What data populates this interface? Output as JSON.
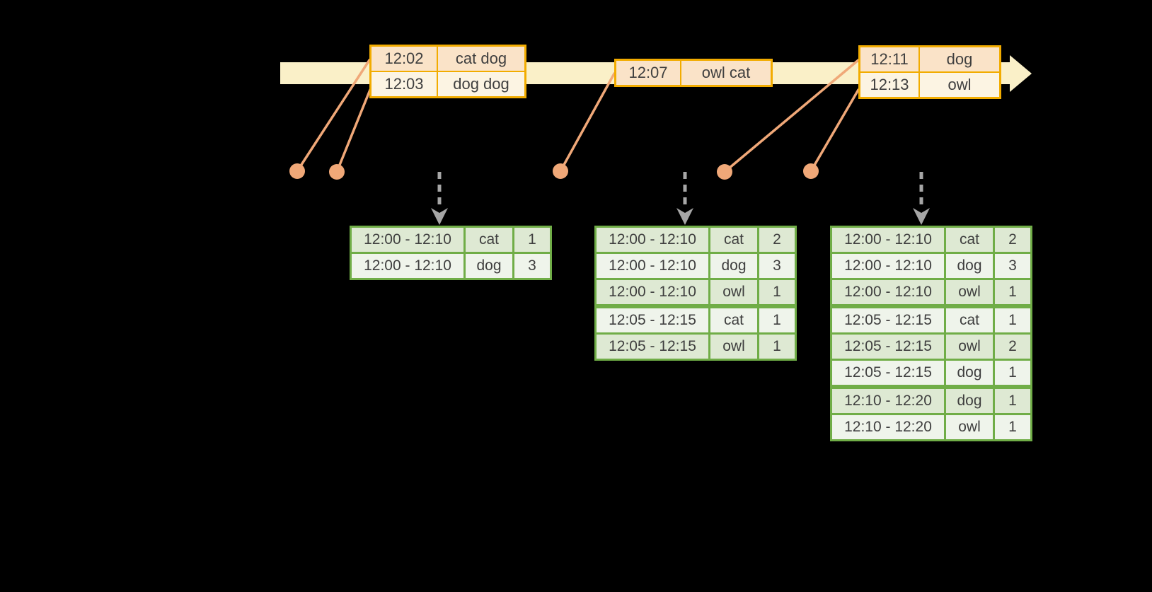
{
  "colors": {
    "background": "#000000",
    "timeline_band": "#FAF0C8",
    "event_table_border": "#F2AC00",
    "event_row_dark": "#FAE3C8",
    "event_row_light": "#FCF4E3",
    "result_table_border": "#70AD47",
    "result_row_dark": "#DEE9D3",
    "result_row_light": "#EFF4EB",
    "leader_accent": "#F0A878",
    "trigger_arrow": "#A6A6A6",
    "text": "#3F3F3F"
  },
  "event_tables": [
    {
      "rows": [
        {
          "time": "12:02",
          "words": "cat dog"
        },
        {
          "time": "12:03",
          "words": "dog dog"
        }
      ]
    },
    {
      "rows": [
        {
          "time": "12:07",
          "words": "owl cat"
        }
      ]
    },
    {
      "rows": [
        {
          "time": "12:11",
          "words": "dog"
        },
        {
          "time": "12:13",
          "words": "owl"
        }
      ]
    }
  ],
  "result_tables": [
    {
      "rows": [
        {
          "window": "12:00 - 12:10",
          "word": "cat",
          "count": "1"
        },
        {
          "window": "12:00 - 12:10",
          "word": "dog",
          "count": "3"
        }
      ]
    },
    {
      "rows": [
        {
          "window": "12:00 - 12:10",
          "word": "cat",
          "count": "2"
        },
        {
          "window": "12:00 - 12:10",
          "word": "dog",
          "count": "3"
        },
        {
          "window": "12:00 - 12:10",
          "word": "owl",
          "count": "1"
        },
        {
          "window": "12:05 - 12:15",
          "word": "cat",
          "count": "1"
        },
        {
          "window": "12:05 - 12:15",
          "word": "owl",
          "count": "1"
        }
      ]
    },
    {
      "rows": [
        {
          "window": "12:00 - 12:10",
          "word": "cat",
          "count": "2"
        },
        {
          "window": "12:00 - 12:10",
          "word": "dog",
          "count": "3"
        },
        {
          "window": "12:00 - 12:10",
          "word": "owl",
          "count": "1"
        },
        {
          "window": "12:05 - 12:15",
          "word": "cat",
          "count": "1"
        },
        {
          "window": "12:05 - 12:15",
          "word": "owl",
          "count": "2"
        },
        {
          "window": "12:05 - 12:15",
          "word": "dog",
          "count": "1"
        },
        {
          "window": "12:10 - 12:20",
          "word": "dog",
          "count": "1"
        },
        {
          "window": "12:10 - 12:20",
          "word": "owl",
          "count": "1"
        }
      ]
    }
  ]
}
